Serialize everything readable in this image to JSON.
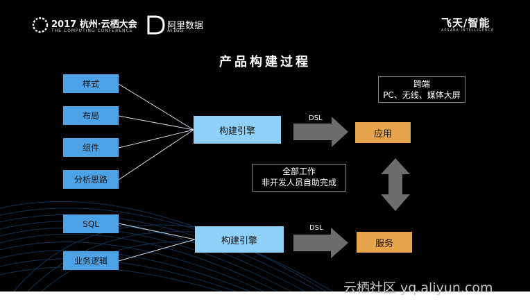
{
  "header": {
    "conference_year": "2017 杭州·云栖大会",
    "conference_sub": "THE COMPUTING CONFERENCE",
    "ali_data": "阿里数据",
    "ali_data_sub": "Ali Data",
    "brand": "飞天/智能",
    "brand_sub": "APSARA INTELLIGENCE"
  },
  "diagram": {
    "title": "产品构建过程",
    "categories": [
      "样式",
      "布局",
      "组件",
      "分析思路"
    ],
    "engine_top": "构建引擎",
    "engine_bottom": "构建引擎",
    "sources_bottom": [
      "SQL",
      "业务逻辑"
    ],
    "arrow_label_top": "DSL",
    "arrow_label_bottom": "DSL",
    "output_top": "应用",
    "output_bottom": "服务",
    "crossend_title": "跨端",
    "crossend_detail": "PC、无线、媒体大屏",
    "center_note_line1": "全部工作",
    "center_note_line2": "非开发人员自助完成"
  },
  "watermark": "云栖社区 yq.aliyun.com",
  "colors": {
    "category_box": "#4ea3e6",
    "engine_box": "#8fd0f7",
    "output_box": "#e8a44a",
    "arrow": "#6d6d6d"
  }
}
